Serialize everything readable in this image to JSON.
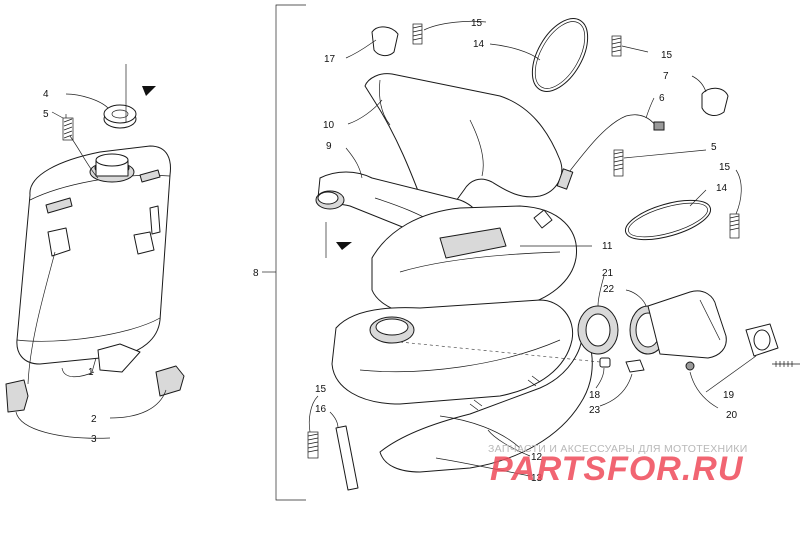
{
  "diagram": {
    "callouts": {
      "c1": "1",
      "c2": "2",
      "c3": "3",
      "c4": "4",
      "c5a": "5",
      "c5b": "5",
      "c6": "6",
      "c7": "7",
      "c8": "8",
      "c9": "9",
      "c10": "10",
      "c11": "11",
      "c12": "12",
      "c13": "13",
      "c14a": "14",
      "c14b": "14",
      "c15a": "15",
      "c15b": "15",
      "c15c": "15",
      "c15d": "15",
      "c16": "16",
      "c17": "17",
      "c18": "18",
      "c19": "19",
      "c20": "20",
      "c21": "21",
      "c22": "22",
      "c23": "23"
    }
  },
  "watermark": {
    "caption": "ЗАПЧАСТИ И АКСЕССУАРЫ ДЛЯ МОТОТЕХНИКИ",
    "logo": "PARTSFOR.RU",
    "color": "#ef4b5a"
  }
}
